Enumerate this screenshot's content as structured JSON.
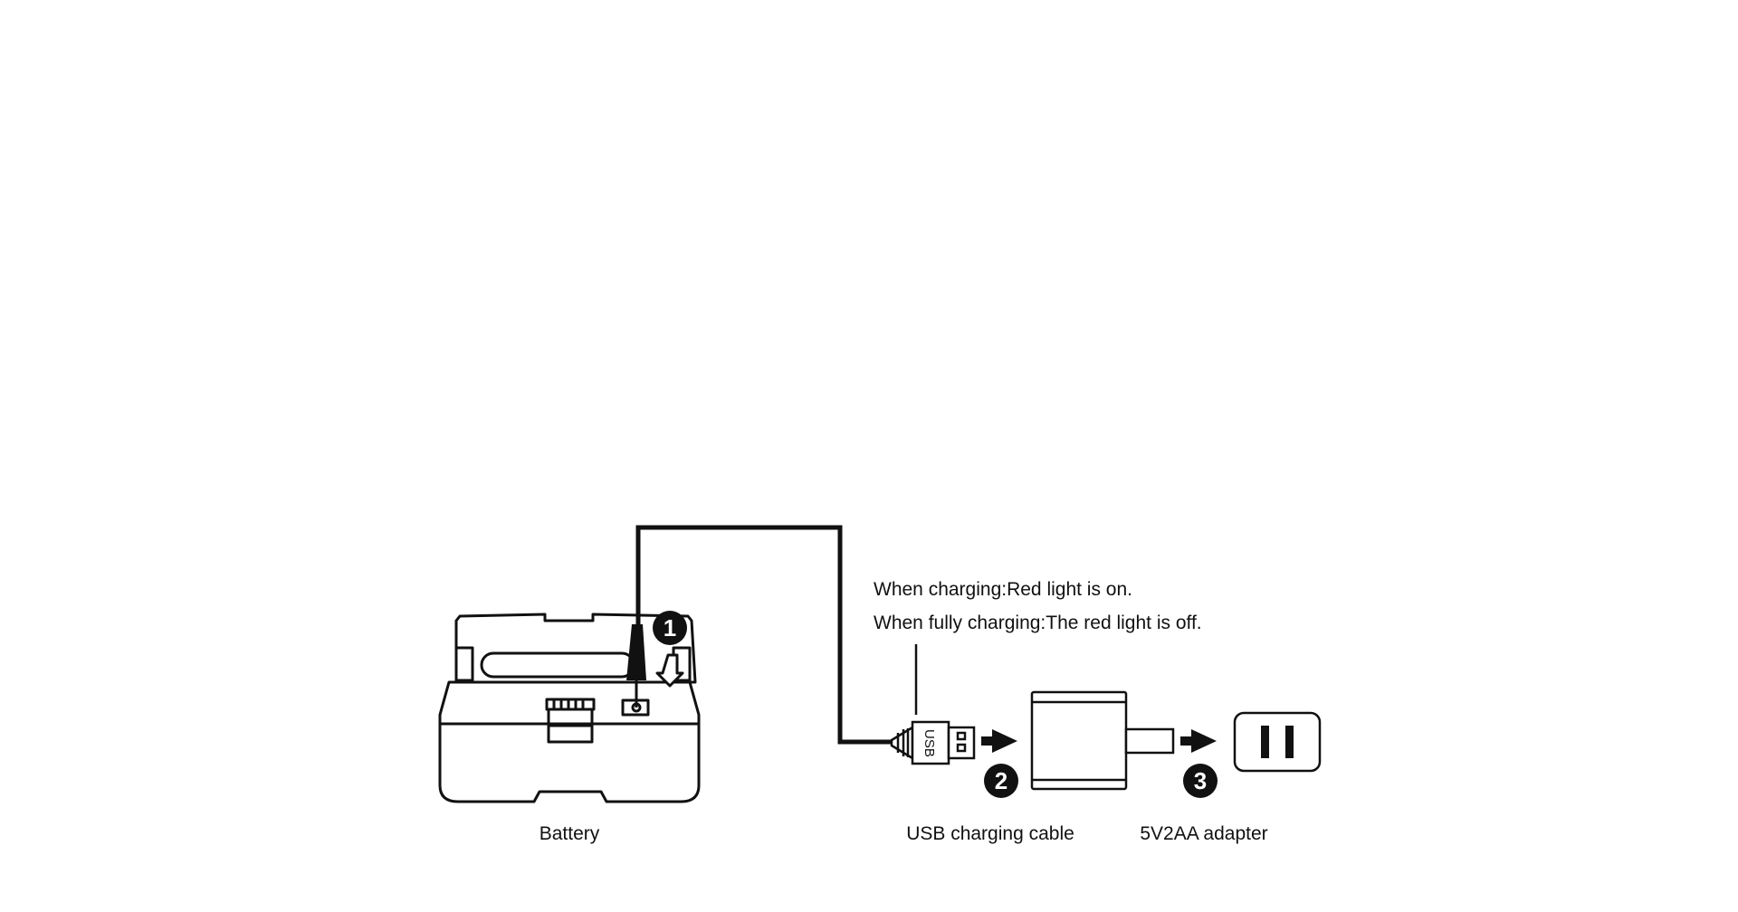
{
  "notes": {
    "line1": "When charging:Red light is on.",
    "line2": "When fully charging:The red light is off."
  },
  "labels": {
    "battery": "Battery",
    "cable": "USB charging cable",
    "adapter": "5V2AA adapter"
  },
  "usb_text": "USB",
  "steps": [
    "1",
    "2",
    "3"
  ],
  "colors": {
    "ink": "#111111",
    "background": "#ffffff"
  },
  "icons": {
    "battery": "battery-dock-icon",
    "usb_plug": "usb-plug-icon",
    "adapter": "wall-adapter-icon",
    "socket": "power-socket-icon",
    "arrow": "right-arrow-icon"
  }
}
